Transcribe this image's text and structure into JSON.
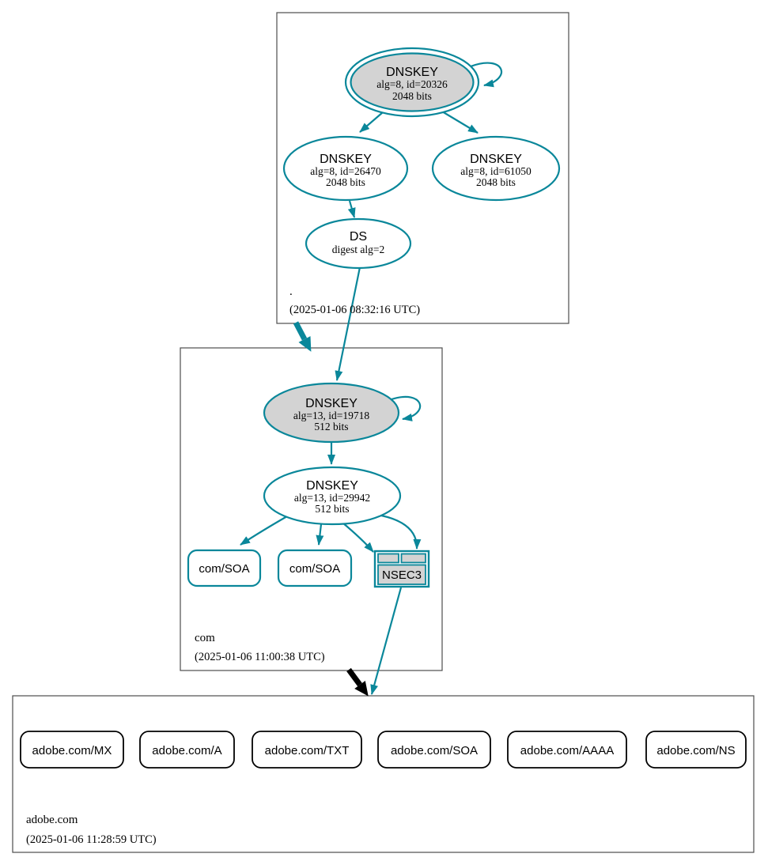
{
  "colors": {
    "secure_edge": "#0a879a",
    "insecure_edge": "#000000",
    "key_node_fill": "#d3d3d3",
    "zone_box_border": "#4d4d4d"
  },
  "zones": {
    "root": {
      "label": ".",
      "timestamp": "(2025-01-06 08:32:16 UTC)",
      "ksk": {
        "title": "DNSKEY",
        "detail1": "alg=8, id=20326",
        "detail2": "2048 bits"
      },
      "zsk1": {
        "title": "DNSKEY",
        "detail1": "alg=8, id=26470",
        "detail2": "2048 bits"
      },
      "zsk2": {
        "title": "DNSKEY",
        "detail1": "alg=8, id=61050",
        "detail2": "2048 bits"
      },
      "ds": {
        "title": "DS",
        "detail1": "digest alg=2"
      }
    },
    "com": {
      "label": "com",
      "timestamp": "(2025-01-06 11:00:38 UTC)",
      "ksk": {
        "title": "DNSKEY",
        "detail1": "alg=13, id=19718",
        "detail2": "512 bits"
      },
      "zsk": {
        "title": "DNSKEY",
        "detail1": "alg=13, id=29942",
        "detail2": "512 bits"
      },
      "rrsets": [
        "com/SOA",
        "com/SOA"
      ],
      "nsec3": "NSEC3"
    },
    "adobe": {
      "label": "adobe.com",
      "timestamp": "(2025-01-06 11:28:59 UTC)",
      "rrsets": [
        "adobe.com/MX",
        "adobe.com/A",
        "adobe.com/TXT",
        "adobe.com/SOA",
        "adobe.com/AAAA",
        "adobe.com/NS"
      ]
    }
  }
}
